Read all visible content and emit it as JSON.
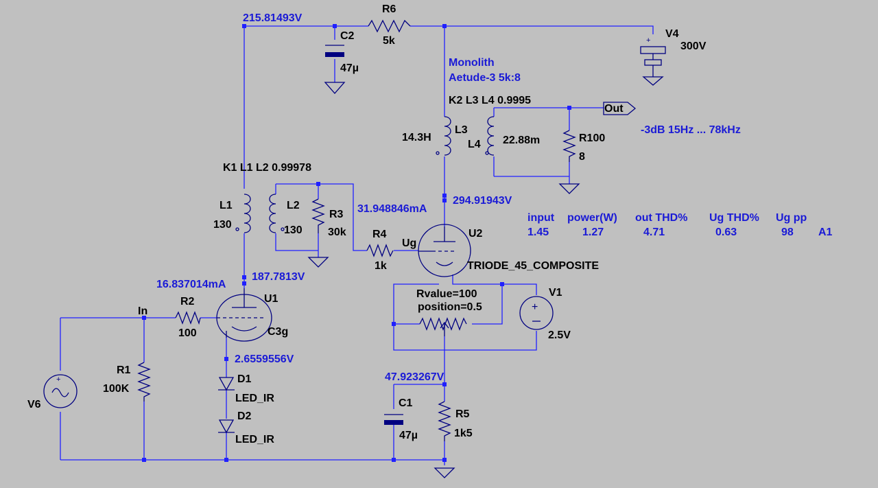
{
  "nets": {
    "b_plus_node": "215.81493V",
    "u2_current": "31.948846mA",
    "u2_plate": "294.91943V",
    "u1_current": "16.837014mA",
    "u1_plate": "187.7813V",
    "u1_cathode": "2.6559556V",
    "u2_cathode": "47.923267V"
  },
  "components": {
    "r6": {
      "name": "R6",
      "value": "5k"
    },
    "c2": {
      "name": "C2",
      "value": "47µ"
    },
    "v4": {
      "name": "V4",
      "value": "300V"
    },
    "transformer_out": {
      "line1": "Monolith",
      "line2": "Aetude-3 5k:8",
      "coupling": "K2 L3 L4  0.9995"
    },
    "l3": {
      "name": "L3",
      "value": "14.3H"
    },
    "l4": {
      "name": "L4",
      "value": "22.88m"
    },
    "r100": {
      "name": "R100",
      "value": "8"
    },
    "out_port": "Out",
    "bandwidth": "-3dB 15Hz ... 78kHz",
    "coupling_in": "K1 L1 L2  0.99978",
    "l1": {
      "name": "L1",
      "value": "130"
    },
    "l2": {
      "name": "L2",
      "value": "130"
    },
    "r3": {
      "name": "R3",
      "value": "30k"
    },
    "r4": {
      "name": "R4",
      "value": "1k"
    },
    "ug_label": "Ug",
    "u2": {
      "name": "U2",
      "model": "TRIODE_45_COMPOSITE"
    },
    "pot": {
      "line1": "Rvalue=100",
      "line2": "position=0.5"
    },
    "v1": {
      "name": "V1",
      "value": "2.5V"
    },
    "u1": {
      "name": "U1",
      "model": "C3g"
    },
    "r2": {
      "name": "R2",
      "value": "100"
    },
    "in_label": "In",
    "r1": {
      "name": "R1",
      "value": "100K"
    },
    "v6": {
      "name": "V6"
    },
    "d1": {
      "name": "D1",
      "model": "LED_IR"
    },
    "d2": {
      "name": "D2",
      "model": "LED_IR"
    },
    "c1": {
      "name": "C1",
      "value": "47µ"
    },
    "r5": {
      "name": "R5",
      "value": "1k5"
    }
  },
  "results": {
    "headers": [
      "input",
      "power(W)",
      "out THD%",
      "Ug THD%",
      "Ug pp"
    ],
    "values": [
      "1.45",
      "1.27",
      "4.71",
      "0.63",
      "98"
    ],
    "tag": "A1"
  },
  "colors": {
    "background": "#c0c0c0",
    "wire": "#2020ff",
    "component": "#000080",
    "label": "#000000",
    "spice_text": "#1a1ad6"
  }
}
